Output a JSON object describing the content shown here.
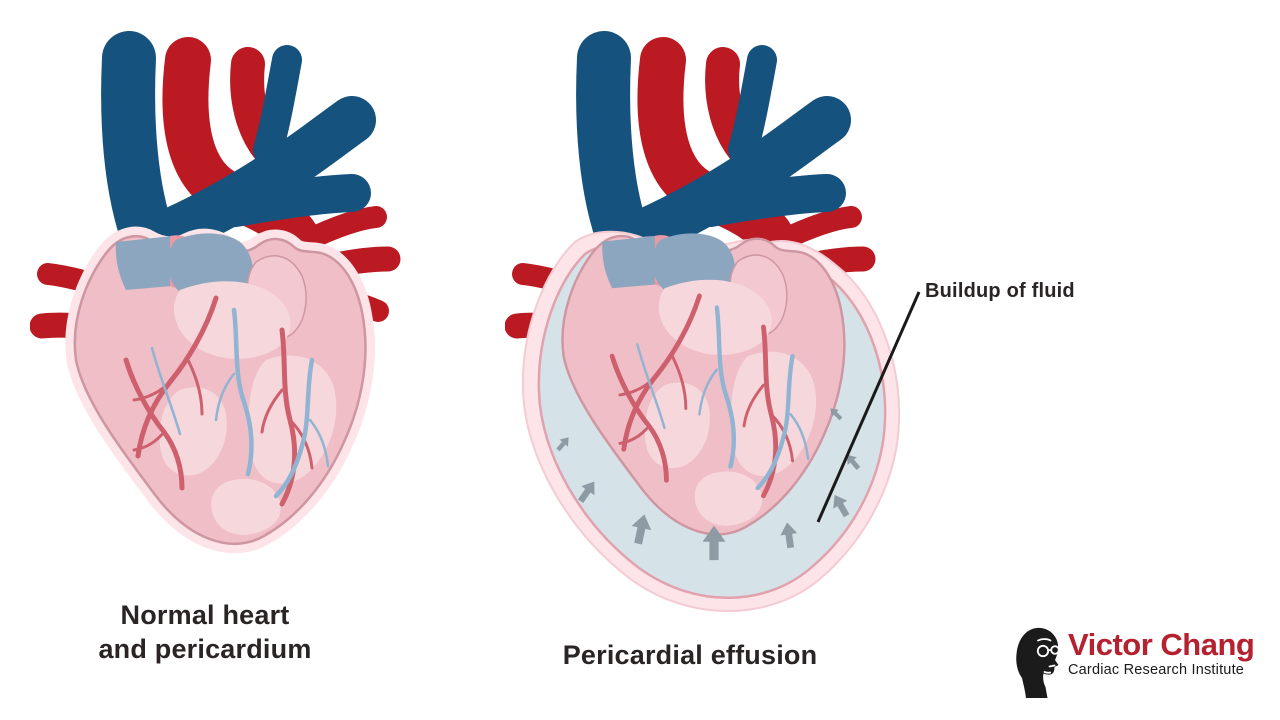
{
  "panels": {
    "normal": {
      "caption_line1": "Normal heart",
      "caption_line2": "and pericardium"
    },
    "effusion": {
      "caption": "Pericardial effusion",
      "annotation": "Buildup of fluid"
    }
  },
  "logo": {
    "title": "Victor Chang",
    "subtitle": "Cardiac Research Institute"
  },
  "colors": {
    "deep_blue": "#15527E",
    "deep_red": "#BB1A22",
    "heart_pink": "#EFBEC7",
    "heart_pink_mid": "#F3C8D0",
    "heart_pink_light": "#F6D7DC",
    "atrium_blue": "#8CA6BF",
    "salmon_pink": "#E998A4",
    "pericardium_pale": "#FCE4E8",
    "pericardium_line": "#CE96A1",
    "sac_edge": "#F4CBD3",
    "fluid_blue": "#D5E3E8",
    "fluid_edge": "#E2A2AD",
    "artery_red": "#CE606E",
    "vein_blue": "#90B4D2",
    "arrow_gray": "#8D9CA4",
    "text_dark": "#2A2425",
    "leader_black": "#1A1A1A",
    "logo_red": "#B5212F",
    "logo_black": "#1B1B1B"
  }
}
